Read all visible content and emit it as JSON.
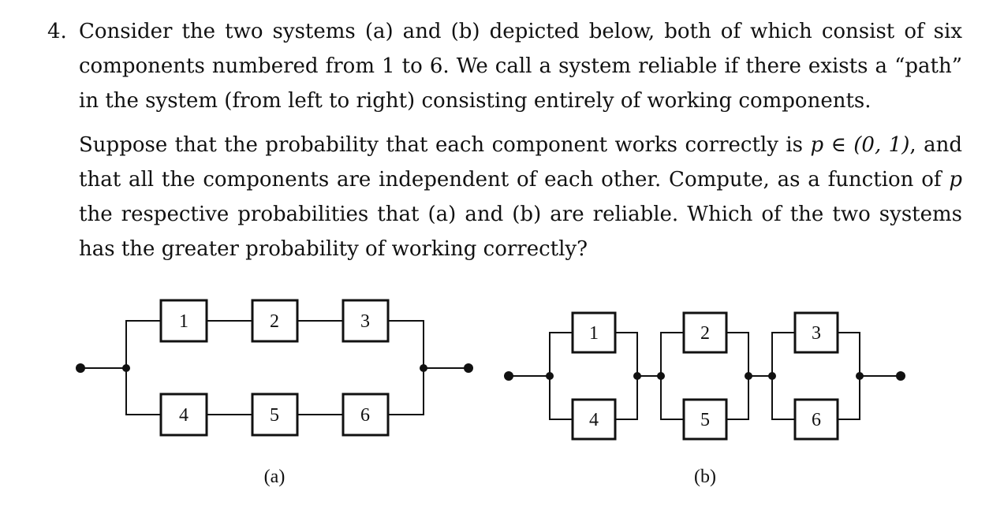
{
  "problem": {
    "number": "4.",
    "p1": "Consider the two systems (a) and (b) depicted below, both of which consist of six components numbered from 1 to 6. We call a system reliable if there exists a “path” in the system (from left to right) consisting entirely of working components.",
    "p2_a": "Suppose that the probability that each component works correctly is ",
    "p2_math": "p ∈ (0, 1)",
    "p2_b": ", and that all the components are independent of each other. Compute, as a function of ",
    "p2_var": "p",
    "p2_c": " the respective probabilities that (a) and (b) are reliable. Which of the two systems has the greater probability of working correctly?"
  },
  "diagram_a": {
    "caption": "(a)",
    "components": [
      "1",
      "2",
      "3",
      "4",
      "5",
      "6"
    ]
  },
  "diagram_b": {
    "caption": "(b)",
    "components": [
      "1",
      "4",
      "2",
      "5",
      "3",
      "6"
    ]
  }
}
